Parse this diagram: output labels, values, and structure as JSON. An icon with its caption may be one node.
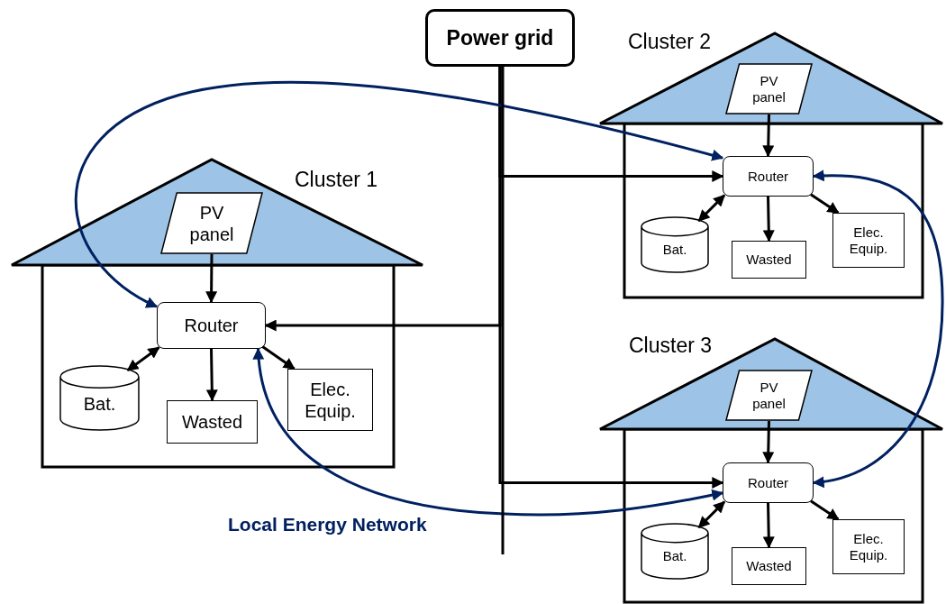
{
  "diagram": {
    "nodes": [
      {
        "text": [
          "Power grid"
        ]
      },
      {
        "text": [
          "Cluster 1"
        ]
      },
      {
        "text": [
          "PV panel"
        ]
      },
      {
        "text": [
          "Router"
        ],
        "in": 1
      },
      {
        "text": [
          "Bat."
        ],
        "in": 1
      },
      {
        "text": [
          "Wasted"
        ],
        "in": 1
      },
      {
        "text": [
          "Elec. Equip."
        ],
        "in": 1
      },
      {
        "text": [
          "Cluster 2"
        ]
      },
      {
        "text": [
          "PV panel"
        ]
      },
      {
        "text": [
          "Router"
        ],
        "in": 7
      },
      {
        "text": [
          "Bat."
        ],
        "in": 7
      },
      {
        "text": [
          "Wasted"
        ],
        "in": 7
      },
      {
        "text": [
          "Elec. Equip."
        ],
        "in": 7
      },
      {
        "text": [
          "Cluster 3"
        ]
      },
      {
        "text": [
          "PV panel"
        ]
      },
      {
        "text": [
          "Router"
        ],
        "in": 13
      },
      {
        "text": [
          "Bat."
        ],
        "in": 13
      },
      {
        "text": [
          "Wasted"
        ],
        "in": 13
      },
      {
        "text": [
          "Elec. Equip."
        ],
        "in": 13
      }
    ],
    "edges": [
      {
        "from": 2,
        "to": 3,
        "arrow": "to"
      },
      {
        "from": 3,
        "to": 4,
        "arrow": "both"
      },
      {
        "from": 3,
        "to": 5,
        "arrow": "to"
      },
      {
        "from": 3,
        "to": 6,
        "arrow": "to"
      },
      {
        "from": 8,
        "to": 9,
        "arrow": "to"
      },
      {
        "from": 9,
        "to": 10,
        "arrow": "both"
      },
      {
        "from": 9,
        "to": 11,
        "arrow": "to"
      },
      {
        "from": 9,
        "to": 12,
        "arrow": "to"
      },
      {
        "from": 14,
        "to": 15,
        "arrow": "to"
      },
      {
        "from": 15,
        "to": 16,
        "arrow": "both"
      },
      {
        "from": 15,
        "to": 17,
        "arrow": "to"
      },
      {
        "from": 15,
        "to": 18,
        "arrow": "to"
      },
      {
        "from": 0,
        "to": 3,
        "arrow": "to"
      },
      {
        "from": 0,
        "to": 9,
        "arrow": "to"
      },
      {
        "from": 0,
        "to": 15,
        "arrow": "to"
      },
      {
        "from": 3,
        "to": 9,
        "arrow": "both",
        "color": "#002060"
      },
      {
        "from": 9,
        "to": 15,
        "arrow": "both",
        "color": "#002060"
      },
      {
        "from": 3,
        "to": 15,
        "arrow": "both",
        "color": "#002060"
      }
    ],
    "labels": [
      "Local Energy Network"
    ]
  }
}
